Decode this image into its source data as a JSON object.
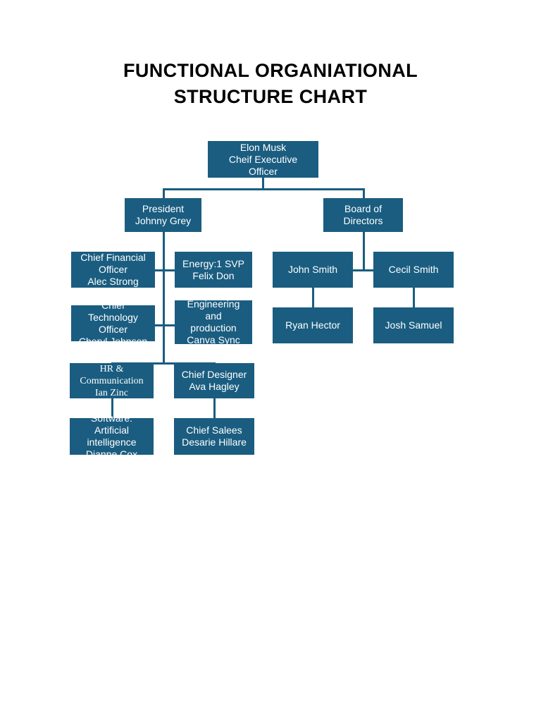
{
  "title": "FUNCTIONAL ORGANIATIONAL STRUCTURE CHART",
  "theme": {
    "node_fill": "#1a5d80",
    "node_text": "#ffffff",
    "connector": "#1a5d80",
    "background": "#ffffff",
    "title_color": "#000000"
  },
  "chart_data": {
    "type": "diagram",
    "diagram_type": "organizational-chart",
    "title": "FUNCTIONAL ORGANIATIONAL STRUCTURE CHART",
    "nodes": [
      {
        "id": "ceo",
        "role": "Cheif Executive Officer",
        "person": "Elon Musk",
        "level": 0
      },
      {
        "id": "president",
        "role": "President",
        "person": "Johnny Grey",
        "level": 1
      },
      {
        "id": "board",
        "role": "Board of Directors",
        "person": "",
        "level": 1
      },
      {
        "id": "cfo",
        "role": "Chief Financial Officer",
        "person": "Alec Strong",
        "level": 2
      },
      {
        "id": "energy",
        "role": "Energy:1 SVP",
        "person": "Felix Don",
        "level": 2
      },
      {
        "id": "cto",
        "role": "Chief Technology Officer",
        "person": "Cheryl Johnson",
        "level": 3
      },
      {
        "id": "engineering",
        "role": "Engineering and production",
        "person": "Canva Sync",
        "level": 3
      },
      {
        "id": "hr",
        "role": "HR & Communication",
        "person": "Ian Zinc",
        "level": 4
      },
      {
        "id": "designer",
        "role": "Chief Designer",
        "person": "Ava Hagley",
        "level": 4
      },
      {
        "id": "software",
        "role": "Software: Artificial intelligence",
        "person": "Dianne Cox",
        "level": 5
      },
      {
        "id": "sales",
        "role": "Chief Salees",
        "person": "Desarie Hillare",
        "level": 5
      },
      {
        "id": "john",
        "role": "",
        "person": "John Smith",
        "level": 2
      },
      {
        "id": "cecil",
        "role": "",
        "person": "Cecil Smith",
        "level": 2
      },
      {
        "id": "ryan",
        "role": "",
        "person": "Ryan Hector",
        "level": 3
      },
      {
        "id": "josh",
        "role": "",
        "person": "Josh Samuel",
        "level": 3
      }
    ],
    "edges": [
      {
        "from": "ceo",
        "to": "president"
      },
      {
        "from": "ceo",
        "to": "board"
      },
      {
        "from": "president",
        "to": "cfo"
      },
      {
        "from": "president",
        "to": "energy"
      },
      {
        "from": "president",
        "to": "cto"
      },
      {
        "from": "president",
        "to": "engineering"
      },
      {
        "from": "president",
        "to": "hr"
      },
      {
        "from": "president",
        "to": "designer"
      },
      {
        "from": "hr",
        "to": "software"
      },
      {
        "from": "designer",
        "to": "sales"
      },
      {
        "from": "board",
        "to": "john"
      },
      {
        "from": "board",
        "to": "cecil"
      },
      {
        "from": "john",
        "to": "ryan"
      },
      {
        "from": "cecil",
        "to": "josh"
      }
    ]
  },
  "boxes": {
    "ceo": {
      "line1": "Elon Musk",
      "line2": "Cheif Executive",
      "line3": "Officer"
    },
    "president": {
      "line1": "President",
      "line2": "Johnny Grey"
    },
    "board": {
      "line1": "Board of",
      "line2": "Directors"
    },
    "cfo": {
      "line1": "Chief Financial",
      "line2": "Officer",
      "line3": "Alec Strong"
    },
    "energy": {
      "line1": "Energy:1 SVP",
      "line2": "Felix Don"
    },
    "cto": {
      "line1": "Chief",
      "line2": "Technology",
      "line3": "Officer",
      "line4": "Cheryl Johnson"
    },
    "engineering": {
      "line1": "Engineering",
      "line2": "and",
      "line3": "production",
      "line4": "Canva Sync"
    },
    "hr": {
      "line1": "HR &",
      "line2": "Communication",
      "line3": "Ian Zinc"
    },
    "designer": {
      "line1": "Chief Designer",
      "line2": "Ava Hagley"
    },
    "software": {
      "line1": "Software:",
      "line2": "Artificial",
      "line3": "intelligence",
      "line4": "Dianne Cox"
    },
    "sales": {
      "line1": "Chief Salees",
      "line2": "Desarie Hillare"
    },
    "john": {
      "line1": "John Smith"
    },
    "cecil": {
      "line1": "Cecil Smith"
    },
    "ryan": {
      "line1": "Ryan Hector"
    },
    "josh": {
      "line1": "Josh Samuel"
    }
  }
}
